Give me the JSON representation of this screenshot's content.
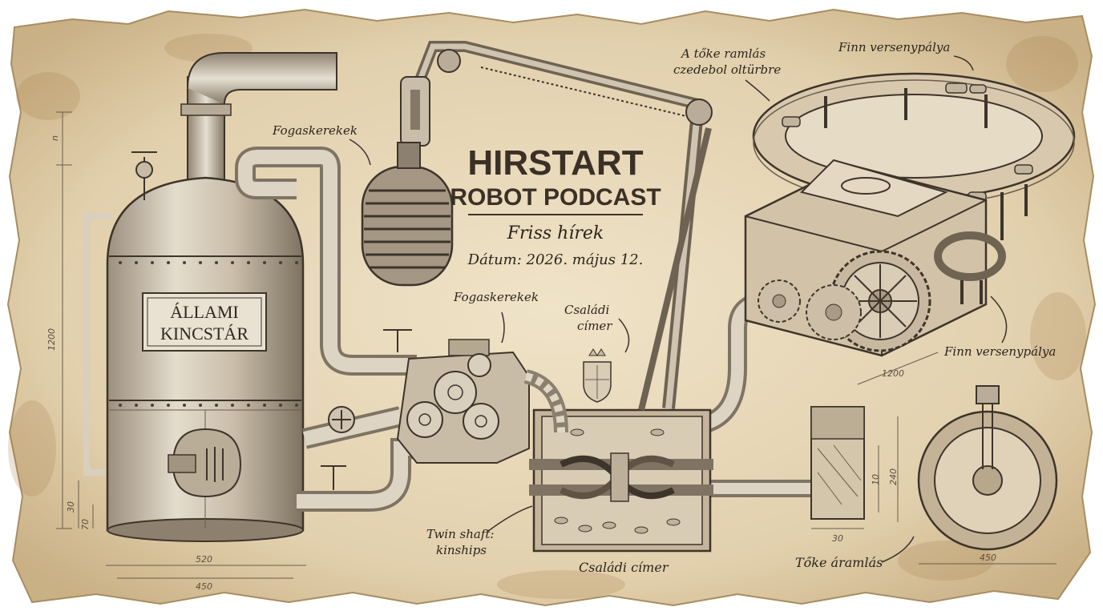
{
  "poster": {
    "title": "HIRSTART",
    "subtitle": "ROBOT PODCAST",
    "tagline": "Friss hírek",
    "date": "Dátum: 2026. május 12."
  },
  "tank": {
    "label_line1": "ÁLLAMI",
    "label_line2": "KINCSTÁR"
  },
  "annotations": {
    "gears_top": "Fogaskerekek",
    "gears_middle": "Fogaskerekek",
    "crest_line1": "Családi",
    "crest_line2": "címer",
    "flow_top_line1": "A tőke ramlás",
    "flow_top_line2": "czedebol oltürbre",
    "track_top": "Finn versenypálya",
    "track_side": "Finn versenypálya",
    "twin_line1": "Twin shaft:",
    "twin_line2": "kinships",
    "crest_bottom": "Családi címer",
    "flow_bottom": "Tőke áramlás"
  },
  "dimensions": {
    "tank_height": "1200",
    "tank_top_mark": "n",
    "tank_width_outer": "520",
    "tank_width_inner": "450",
    "tank_small_a": "30",
    "tank_small_b": "70",
    "block_height_a": "10",
    "block_height_b": "240",
    "block_width": "30",
    "wheel_width": "450",
    "track_base": "1200"
  }
}
